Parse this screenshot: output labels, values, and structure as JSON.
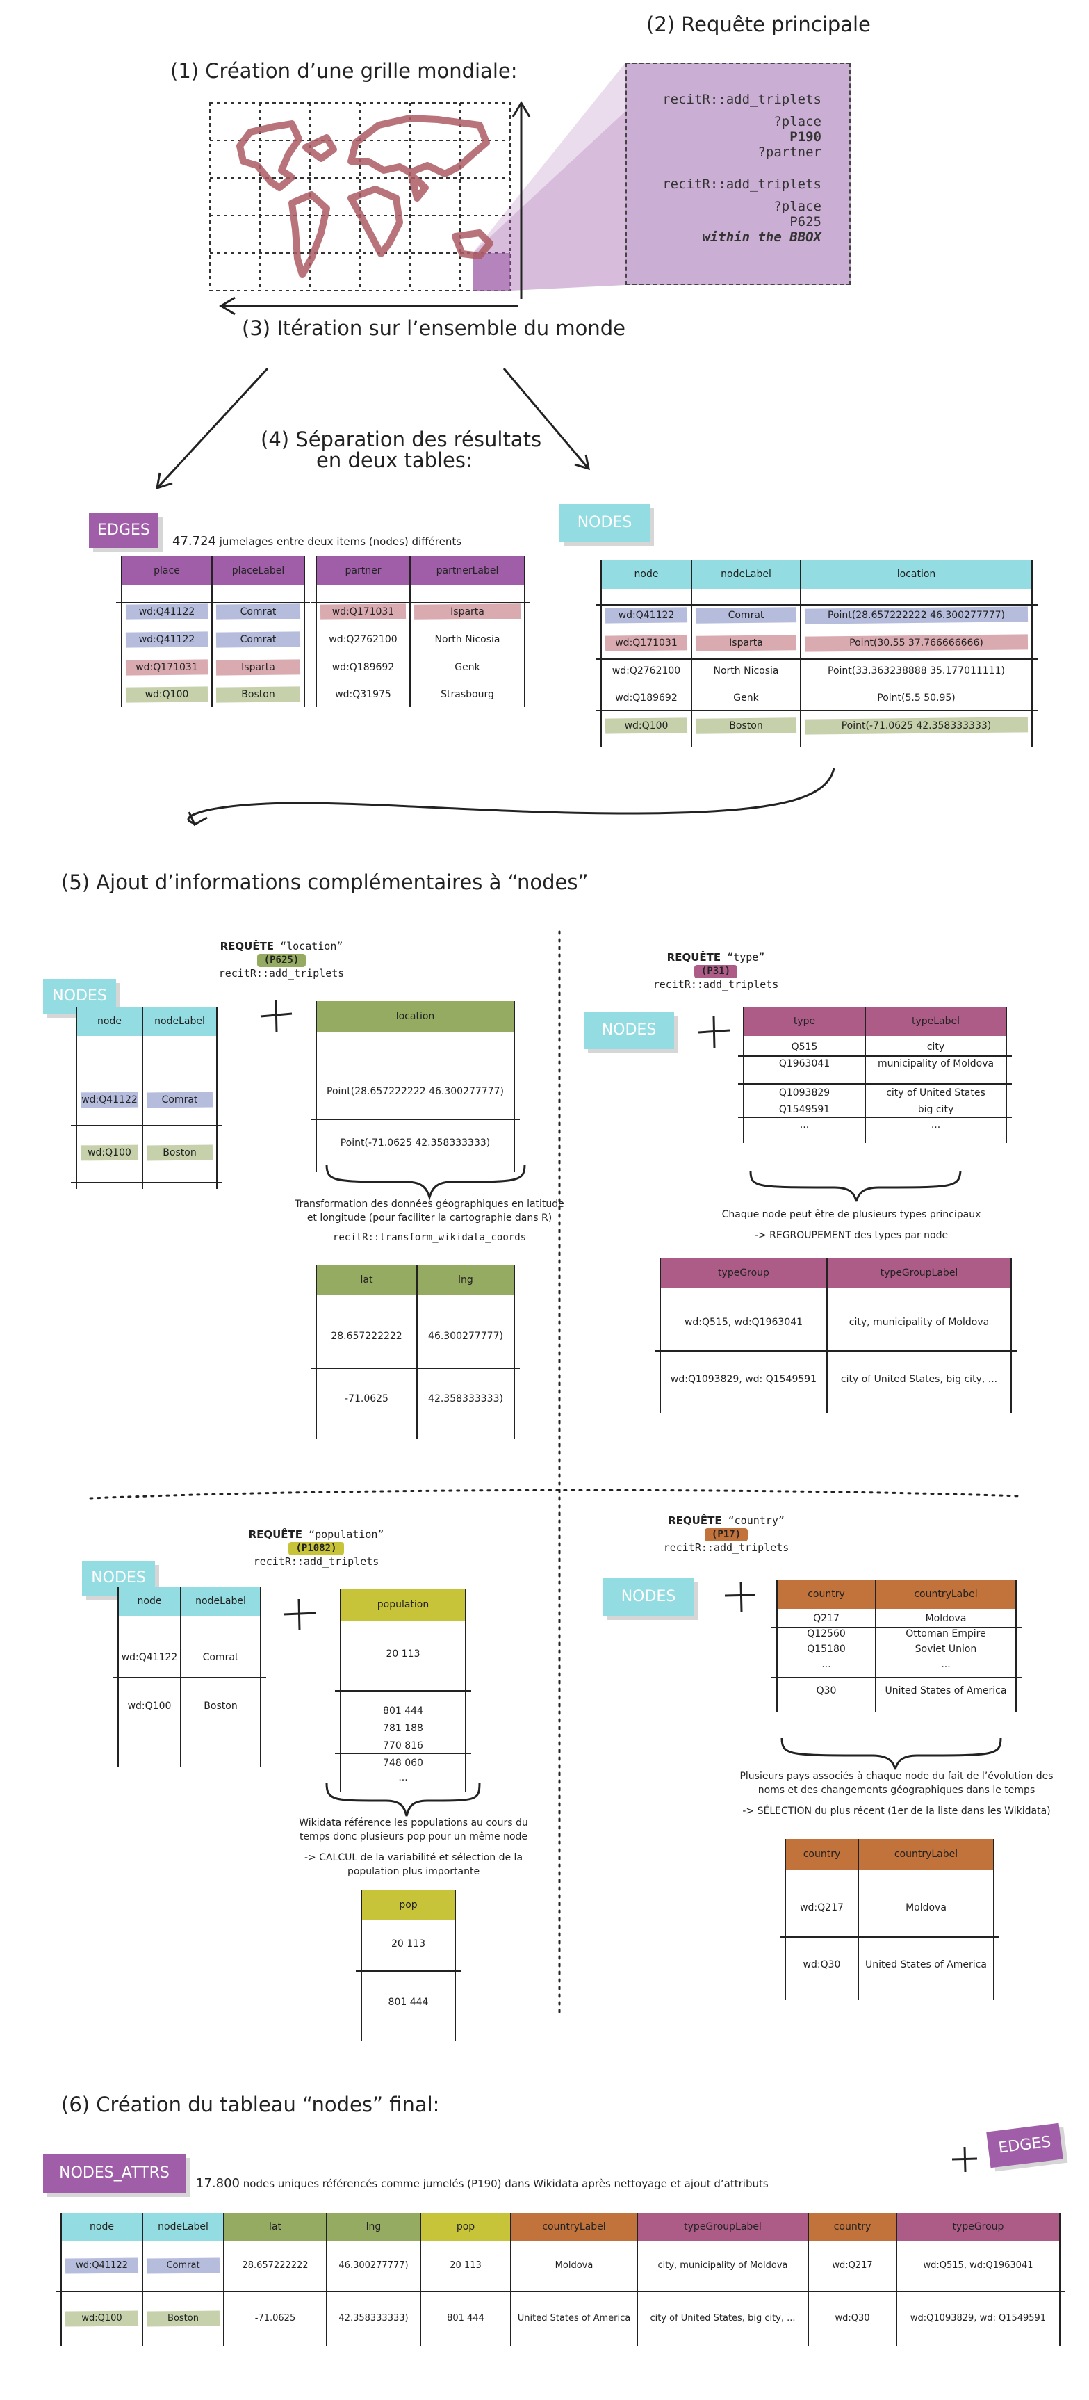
{
  "colors": {
    "purple": "#9f5ea7",
    "cyan": "#93dde2",
    "green": "#96ab62",
    "pink": "#ad5c87",
    "olive": "#c8c43a",
    "orange": "#c2733b",
    "blue_hl": "#b6bcdc",
    "red_hl": "#d9abb1",
    "green_hl": "#c6d1ab"
  },
  "step1": {
    "title": "(1) Création d’une grille mondiale:"
  },
  "step2": {
    "title": "(2) Requête principale",
    "q1_fn": "recitR::add_triplets",
    "q1_a": "?place",
    "q1_b": "P190",
    "q1_c": "?partner",
    "q2_fn": "recitR::add_triplets",
    "q2_a": "?place",
    "q2_b": "P625",
    "q2_c": "within the BBOX"
  },
  "step3": {
    "title": "(3) Itération sur l’ensemble du monde"
  },
  "step4": {
    "title_l1": "(4) Séparation des résultats",
    "title_l2": "en deux tables:"
  },
  "edges_table": {
    "tag": "EDGES",
    "count": "47.724",
    "desc": "jumelages entre deux items (nodes) différents",
    "headers": [
      "place",
      "placeLabel",
      "partner",
      "partnerLabel"
    ],
    "rows": [
      [
        "wd:Q41122",
        "Comrat",
        "wd:Q171031",
        "Isparta"
      ],
      [
        "wd:Q41122",
        "Comrat",
        "wd:Q2762100",
        "North Nicosia"
      ],
      [
        "wd:Q171031",
        "Isparta",
        "wd:Q189692",
        "Genk"
      ],
      [
        "wd:Q100",
        "Boston",
        "wd:Q31975",
        "Strasbourg"
      ]
    ]
  },
  "nodes_table": {
    "tag": "NODES",
    "headers": [
      "node",
      "nodeLabel",
      "location"
    ],
    "rows": [
      [
        "wd:Q41122",
        "Comrat",
        "Point(28.657222222 46.300277777)"
      ],
      [
        "wd:Q171031",
        "Isparta",
        "Point(30.55 37.766666666)"
      ],
      [
        "wd:Q2762100",
        "North Nicosia",
        "Point(33.363238888 35.177011111)"
      ],
      [
        "wd:Q189692",
        "Genk",
        "Point(5.5 50.95)"
      ],
      [
        "wd:Q100",
        "Boston",
        "Point(-71.0625 42.358333333)"
      ]
    ]
  },
  "step5": {
    "title": "(5) Ajout d’informations complémentaires à “nodes”"
  },
  "nodes_small": {
    "tag": "NODES",
    "headers": [
      "node",
      "nodeLabel"
    ],
    "rows": [
      [
        "wd:Q41122",
        "Comrat"
      ],
      [
        "wd:Q100",
        "Boston"
      ]
    ]
  },
  "loc": {
    "req_word": "REQUÊTE",
    "req_name": "“location”",
    "prop": "(P625)",
    "fn": "recitR::add_triplets",
    "header": "location",
    "rows": [
      "Point(28.657222222 46.300277777)",
      "Point(-71.0625 42.358333333)"
    ],
    "note_l1": "Transformation des données géographiques en latitude",
    "note_l2": "et longitude (pour faciliter la cartographie dans R)",
    "note_fn": "recitR::transform_wikidata_coords",
    "headers2": [
      "lat",
      "lng"
    ],
    "rows2": [
      [
        "28.657222222",
        "46.300277777)"
      ],
      [
        "-71.0625",
        "42.358333333)"
      ]
    ]
  },
  "type": {
    "req_word": "REQUÊTE",
    "req_name": "“type”",
    "prop": "(P31)",
    "fn": "recitR::add_triplets",
    "headers": [
      "type",
      "typeLabel"
    ],
    "rows": [
      [
        "Q515",
        "city"
      ],
      [
        "Q1963041",
        "municipality of Moldova"
      ],
      [
        "Q1093829",
        "city of United States"
      ],
      [
        "Q1549591",
        "big city"
      ],
      [
        "...",
        "..."
      ]
    ],
    "note_l1": "Chaque node peut être de plusieurs types principaux",
    "note_l2": "-> REGROUPEMENT des types par node",
    "headers2": [
      "typeGroup",
      "typeGroupLabel"
    ],
    "rows2": [
      [
        "wd:Q515, wd:Q1963041",
        "city, municipality of Moldova"
      ],
      [
        "wd:Q1093829, wd: Q1549591",
        "city of United States, big city, ..."
      ]
    ]
  },
  "pop": {
    "req_word": "REQUÊTE",
    "req_name": "“population”",
    "prop": "(P1082)",
    "fn": "recitR::add_triplets",
    "header": "population",
    "rows": [
      "20 113",
      "801 444",
      "781 188",
      "770 816",
      "748 060",
      "..."
    ],
    "note_l1": "Wikidata référence les populations au cours du",
    "note_l2": "temps donc plusieurs pop pour un même node",
    "note_l3": "-> CALCUL de la variabilité et sélection de la",
    "note_l4": "population plus importante",
    "header2": "pop",
    "rows2": [
      "20 113",
      "801 444"
    ]
  },
  "country": {
    "req_word": "REQUÊTE",
    "req_name": "“country”",
    "prop": "(P17)",
    "fn": "recitR::add_triplets",
    "headers": [
      "country",
      "countryLabel"
    ],
    "rows": [
      [
        "Q217",
        "Moldova"
      ],
      [
        "Q12560",
        "Ottoman Empire"
      ],
      [
        "Q15180",
        "Soviet Union"
      ],
      [
        "...",
        "..."
      ],
      [
        "Q30",
        "United States of America"
      ]
    ],
    "note_l1": "Plusieurs pays associés à chaque node du fait de l’évolution des",
    "note_l2": "noms et des changements géographiques dans le temps",
    "note_l3": "-> SÉLECTION du plus récent (1er de la liste dans les Wikidata)",
    "headers2": [
      "country",
      "countryLabel"
    ],
    "rows2": [
      [
        "wd:Q217",
        "Moldova"
      ],
      [
        "wd:Q30",
        "United States of America"
      ]
    ]
  },
  "step6": {
    "title": "(6) Création du tableau “nodes” final:"
  },
  "final": {
    "tag": "NODES_ATTRS",
    "count": "17.800",
    "desc": "nodes uniques référencés comme jumelés (P190) dans Wikidata après nettoyage et ajout d’attributs",
    "plus": "+",
    "edges_tag": "EDGES",
    "headers": [
      "node",
      "nodeLabel",
      "lat",
      "lng",
      "pop",
      "countryLabel",
      "typeGroupLabel",
      "country",
      "typeGroup"
    ],
    "rows": [
      [
        "wd:Q41122",
        "Comrat",
        "28.657222222",
        "46.300277777)",
        "20 113",
        "Moldova",
        "city, municipality of Moldova",
        "wd:Q217",
        "wd:Q515, wd:Q1963041"
      ],
      [
        "wd:Q100",
        "Boston",
        "-71.0625",
        "42.358333333)",
        "801 444",
        "United States of America",
        "city of United States, big city, ...",
        "wd:Q30",
        "wd:Q1093829, wd: Q1549591"
      ]
    ]
  }
}
